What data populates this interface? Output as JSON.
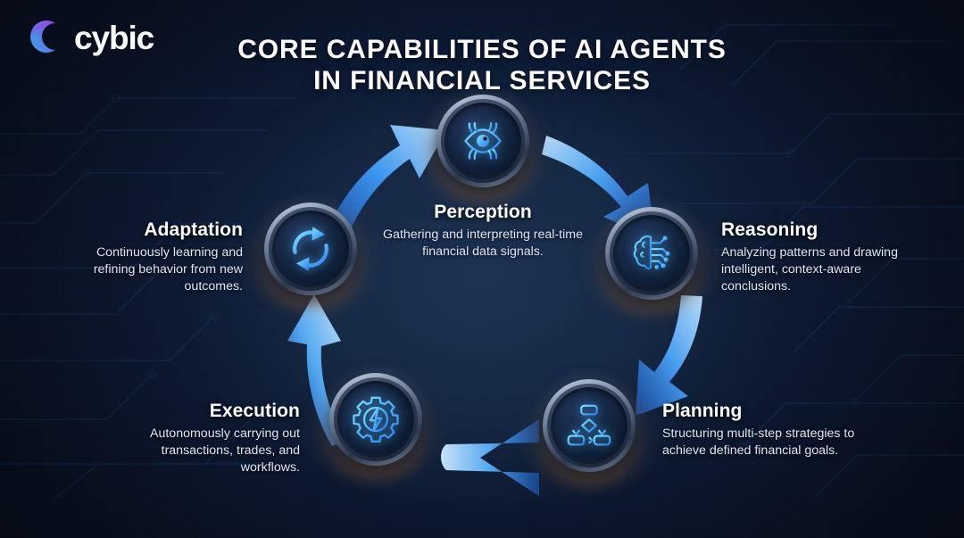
{
  "brand": {
    "name": "cybic",
    "logo_icon": "cybic-crescent-logo",
    "gradient_from": "#27b6e8",
    "gradient_to": "#8b3fe0"
  },
  "header": {
    "title": "CORE CAPABILITIES OF AI AGENTS\nIN FINANCIAL SERVICES",
    "title_line1": "CORE CAPABILITIES OF AI AGENTS",
    "title_line2": "IN FINANCIAL SERVICES"
  },
  "theme": {
    "background": "#0a1428",
    "accent_cyan": "#4fc3f7",
    "accent_blue": "#2f7df6",
    "glow_amber": "#e8934a",
    "text_primary": "#ffffff",
    "text_secondary": "#dfe6f2"
  },
  "diagram": {
    "type": "cycle",
    "flow_direction": "clockwise",
    "node_count": 5,
    "nodes": [
      {
        "id": "perception",
        "title": "Perception",
        "description": "Gathering and interpreting real-time financial data signals.",
        "icon": "eye-signal-icon",
        "align": "center",
        "order": 1
      },
      {
        "id": "reasoning",
        "title": "Reasoning",
        "description": "Analyzing patterns and drawing intelligent, context-aware conclusions.",
        "icon": "brain-circuit-icon",
        "align": "left",
        "order": 2
      },
      {
        "id": "planning",
        "title": "Planning",
        "description": "Structuring multi-step strategies to achieve defined financial goals.",
        "icon": "flowchart-icon",
        "align": "left",
        "order": 3
      },
      {
        "id": "execution",
        "title": "Execution",
        "description": "Autonomously carrying out transactions, trades, and workflows.",
        "icon": "gear-bolt-icon",
        "align": "right",
        "order": 4
      },
      {
        "id": "adaptation",
        "title": "Adaptation",
        "description": "Continuously learning and refining behavior from new outcomes.",
        "icon": "refresh-cycle-icon",
        "align": "right",
        "order": 5
      }
    ],
    "connectors": [
      {
        "id": "adaptation-to-perception",
        "from": "adaptation",
        "to": "perception",
        "icon": "curved-arrow-icon"
      },
      {
        "id": "perception-to-reasoning",
        "from": "perception",
        "to": "reasoning",
        "icon": "curved-arrow-icon"
      },
      {
        "id": "reasoning-to-planning",
        "from": "reasoning",
        "to": "planning",
        "icon": "curved-arrow-icon"
      },
      {
        "id": "planning-to-execution",
        "from": "planning",
        "to": "execution",
        "icon": "curved-arrow-icon"
      },
      {
        "id": "execution-to-adaptation",
        "from": "execution",
        "to": "adaptation",
        "icon": "curved-arrow-icon"
      }
    ]
  }
}
